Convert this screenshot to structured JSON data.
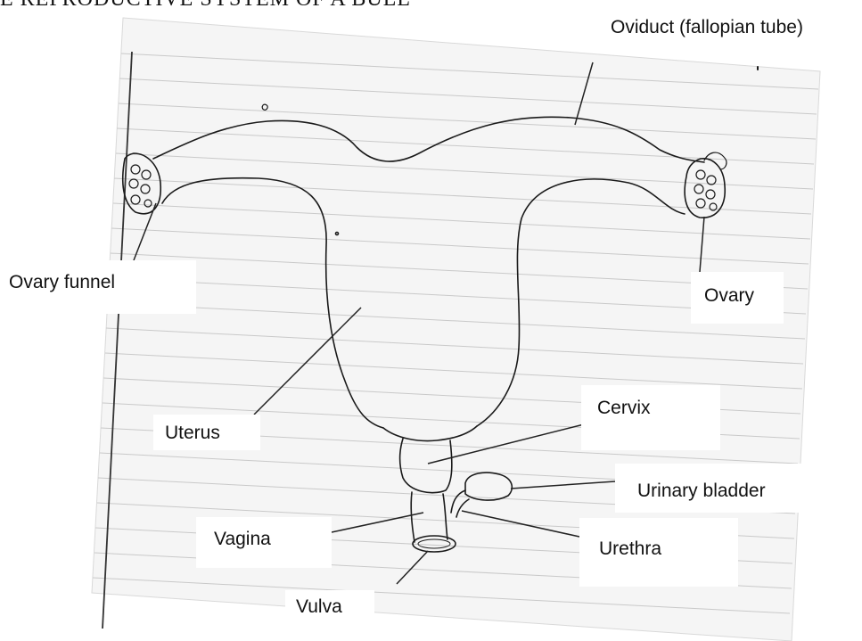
{
  "title": "E REPRODUCTIVE SYSTEM OF A BULL",
  "labels": {
    "oviduct": "Oviduct (fallopian tube)",
    "ovary_funnel": "Ovary funnel",
    "ovary": "Ovary",
    "uterus": "Uterus",
    "cervix": "Cervix",
    "urinary_bladder": "Urinary bladder",
    "vagina": "Vagina",
    "urethra": "Urethra",
    "vulva": "Vulva"
  }
}
